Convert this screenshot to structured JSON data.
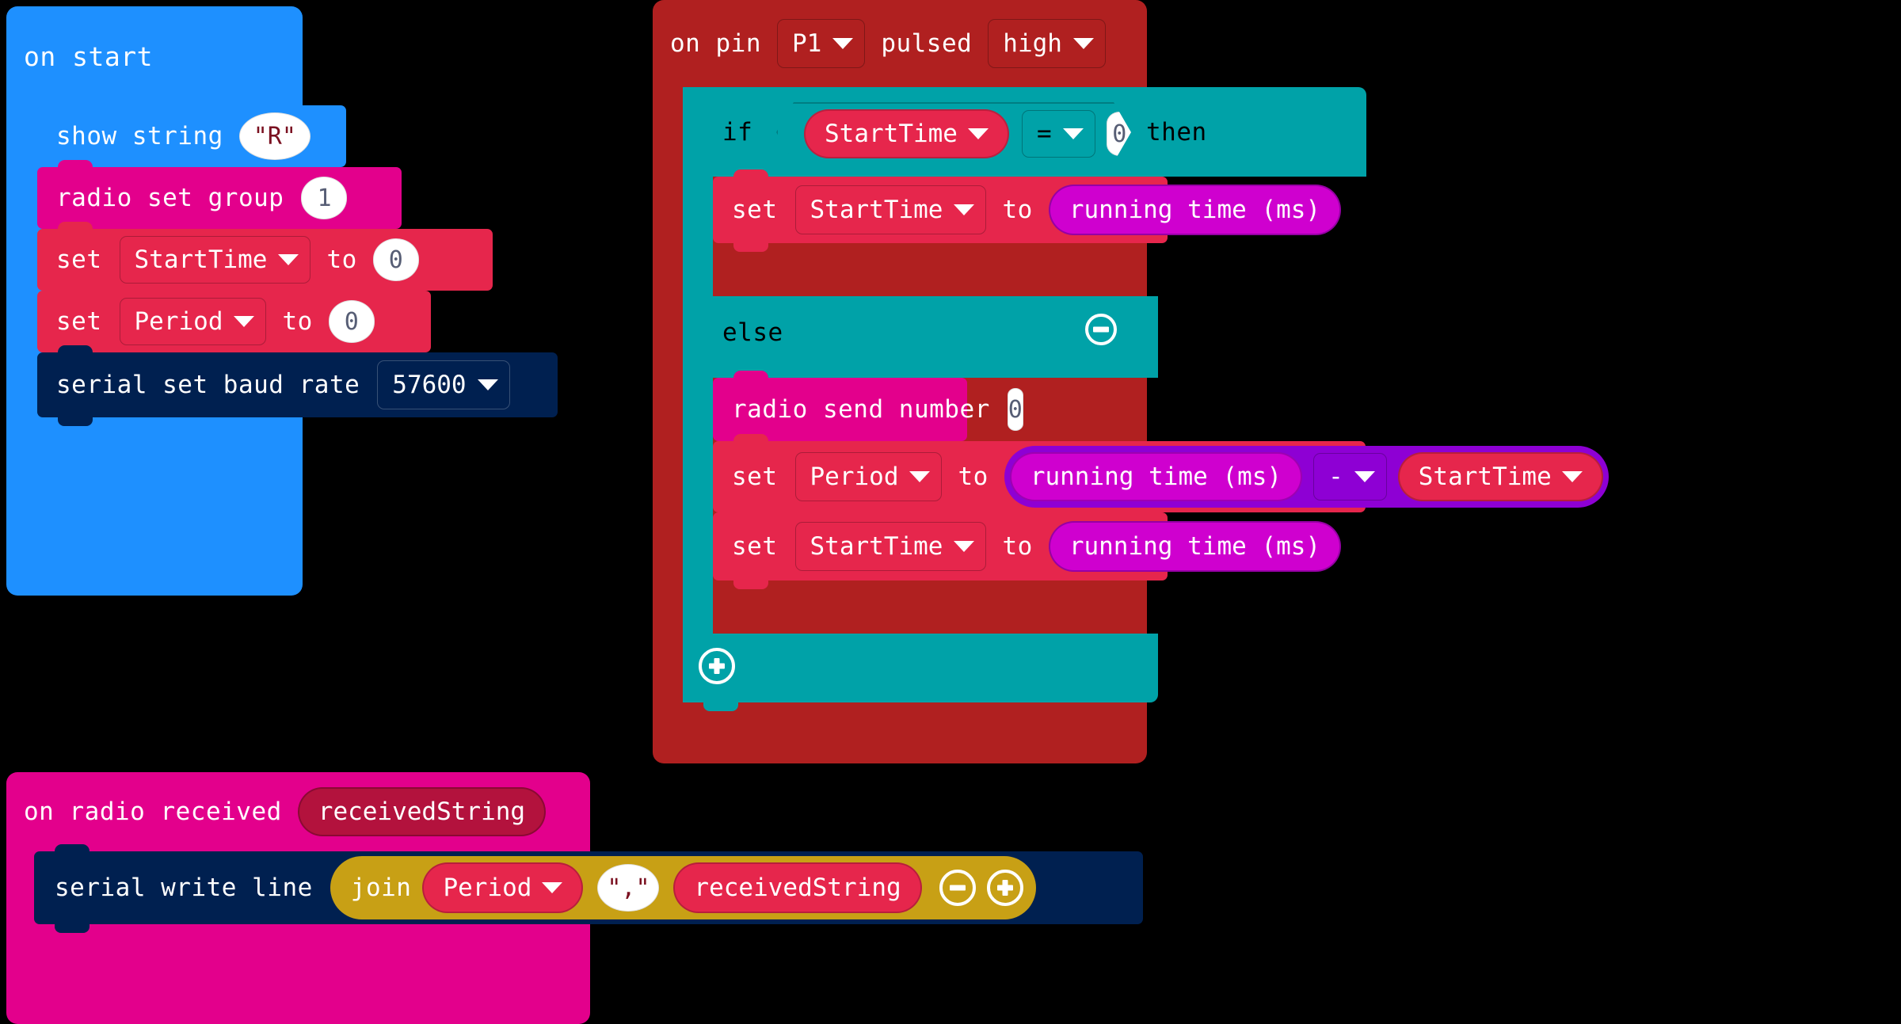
{
  "editor": {
    "background": "#000000"
  },
  "palette": {
    "basic_blue": "#1E90FF",
    "radio_pink": "#E3008C",
    "variables_red": "#E6264C",
    "serial_navy": "#002050",
    "pins_darkred": "#B02020",
    "logic_teal": "#00A2A8",
    "input_magenta": "#CF00CF",
    "math_purple": "#8E00D4",
    "text_gold": "#C8A015",
    "reporter_crimson": "#B3123D",
    "field_white": "#FFFFFF",
    "field_text": "#575E75"
  },
  "scripts": {
    "on_start": {
      "hat_label": "on start",
      "statements": [
        {
          "name": "show-string",
          "category": "basic",
          "parts": [
            {
              "kind": "label",
              "text": "show string"
            },
            {
              "kind": "text-input",
              "value": "\"R\""
            }
          ]
        },
        {
          "name": "radio-set-group",
          "category": "radio",
          "parts": [
            {
              "kind": "label",
              "text": "radio set group"
            },
            {
              "kind": "num-input",
              "value": "1"
            }
          ]
        },
        {
          "name": "set-starttime-zero",
          "category": "variables",
          "parts": [
            {
              "kind": "label",
              "text": "set"
            },
            {
              "kind": "dropdown",
              "value": "StartTime"
            },
            {
              "kind": "label",
              "text": "to"
            },
            {
              "kind": "num-input",
              "value": "0"
            }
          ]
        },
        {
          "name": "set-period-zero",
          "category": "variables",
          "parts": [
            {
              "kind": "label",
              "text": "set"
            },
            {
              "kind": "dropdown",
              "value": "Period"
            },
            {
              "kind": "label",
              "text": "to"
            },
            {
              "kind": "num-input",
              "value": "0"
            }
          ]
        },
        {
          "name": "serial-set-baud-rate",
          "category": "serial",
          "parts": [
            {
              "kind": "label",
              "text": "serial set baud rate"
            },
            {
              "kind": "dropdown",
              "value": "57600"
            }
          ]
        }
      ]
    },
    "on_pin_pulsed": {
      "hat": {
        "label_a": "on pin",
        "pin_value": "P1",
        "label_b": "pulsed",
        "pulse_value": "high"
      },
      "if_label": "if",
      "then_label": "then",
      "else_label": "else",
      "condition": {
        "left_variable": "StartTime",
        "operator": "=",
        "right_value": "0"
      },
      "then_body": [
        {
          "name": "set-starttime-runningtime",
          "category": "variables",
          "parts": [
            {
              "kind": "label",
              "text": "set"
            },
            {
              "kind": "dropdown",
              "value": "StartTime"
            },
            {
              "kind": "label",
              "text": "to"
            },
            {
              "kind": "reporter",
              "value": "running time (ms)"
            }
          ]
        }
      ],
      "else_body": [
        {
          "name": "radio-send-number",
          "category": "radio",
          "parts": [
            {
              "kind": "label",
              "text": "radio send number"
            },
            {
              "kind": "num-input",
              "value": "0"
            }
          ]
        },
        {
          "name": "set-period-subtraction",
          "category": "variables",
          "parts": [
            {
              "kind": "label",
              "text": "set"
            },
            {
              "kind": "dropdown",
              "value": "Period"
            },
            {
              "kind": "label",
              "text": "to"
            },
            {
              "kind": "math-subtraction",
              "left": "running time (ms)",
              "operator": "-",
              "right": "StartTime"
            }
          ]
        },
        {
          "name": "set-starttime-runningtime-2",
          "category": "variables",
          "parts": [
            {
              "kind": "label",
              "text": "set"
            },
            {
              "kind": "dropdown",
              "value": "StartTime"
            },
            {
              "kind": "label",
              "text": "to"
            },
            {
              "kind": "reporter",
              "value": "running time (ms)"
            }
          ]
        }
      ],
      "mutator_minus_icon": "minus-circle-icon",
      "mutator_plus_icon": "plus-circle-icon"
    },
    "on_radio_received": {
      "hat_label": "on radio received",
      "hat_parameter": "receivedString",
      "statement": {
        "name": "serial-write-line",
        "category": "serial",
        "label": "serial write line",
        "join": {
          "label": "join",
          "items": [
            {
              "kind": "variable",
              "value": "Period"
            },
            {
              "kind": "text-input",
              "value": "\",\""
            },
            {
              "kind": "reporter",
              "value": "receivedString"
            }
          ],
          "minus_icon": "minus-circle-icon",
          "plus_icon": "plus-circle-icon"
        }
      }
    }
  }
}
